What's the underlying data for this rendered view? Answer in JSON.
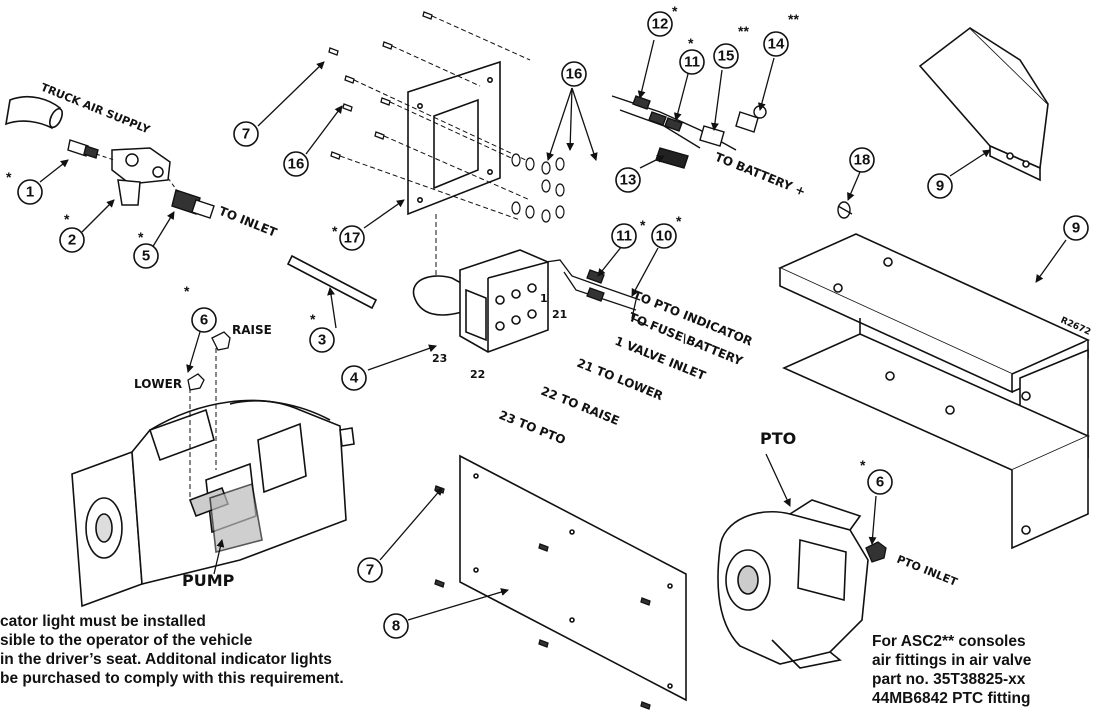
{
  "labels": {
    "truck_air_supply": "TRUCK AIR SUPPLY",
    "to_inlet": "TO INLET",
    "to_battery": "TO BATTERY +",
    "raise": "RAISE",
    "lower": "LOWER",
    "pump": "PUMP",
    "pto": "PTO",
    "pto_inlet": "PTO INLET",
    "to_pto_indicator": "TO PTO INDICATOR",
    "to_fuse_battery": "TO FUSE\\BATTERY",
    "valve_inlet": "1 VALVE INLET",
    "to_lower": "21 TO LOWER",
    "to_raise": "22 TO RAISE",
    "to_pto": "23 TO PTO",
    "drawing_no": "R2672",
    "port_1": "1",
    "port_21": "21",
    "port_22": "22",
    "port_23": "23",
    "asterisk": "*",
    "double_asterisk": "**"
  },
  "callouts": {
    "c1": "1",
    "c2": "2",
    "c3": "3",
    "c4": "4",
    "c5": "5",
    "c6a": "6",
    "c6b": "6",
    "c7a": "7",
    "c7b": "7",
    "c8": "8",
    "c9a": "9",
    "c9b": "9",
    "c10": "10",
    "c11a": "11",
    "c11b": "11",
    "c12": "12",
    "c13": "13",
    "c14": "14",
    "c15": "15",
    "c16a": "16",
    "c16b": "16",
    "c17": "17",
    "c18": "18"
  },
  "notes": {
    "left_line1": "cator light must be installed",
    "left_line2": "sible to the operator of the vehicle",
    "left_line3": "in the driver’s seat. Additonal indicator lights",
    "left_line4": "be purchased to comply with this requirement.",
    "right_line1": "For ASC2** consoles",
    "right_line2": "air fittings in air valve",
    "right_line3": "part no. 35T38825-xx",
    "right_line4": "44MB6842 PTC fitting"
  }
}
